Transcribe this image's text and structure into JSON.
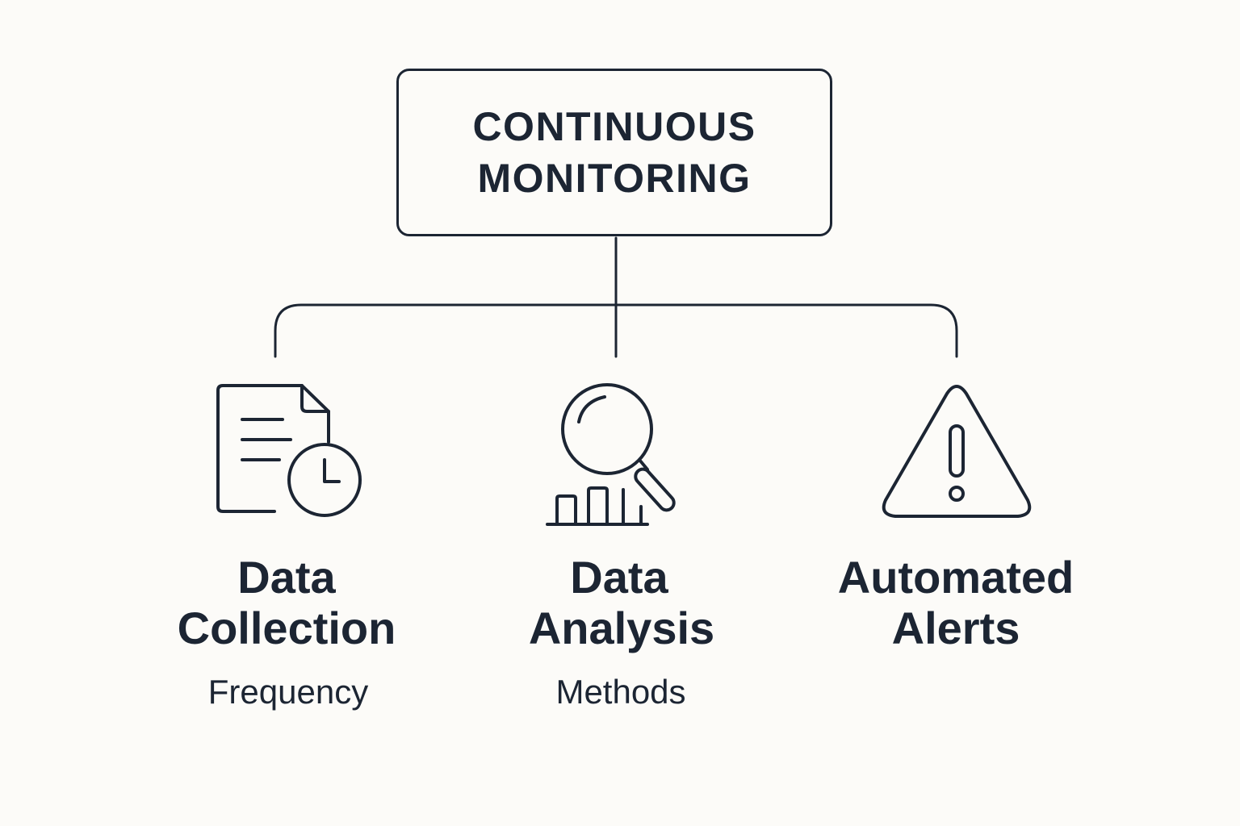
{
  "diagram": {
    "root": {
      "title_line1": "CONTINUOUS",
      "title_line2": "MONITORING"
    },
    "children": [
      {
        "title_line1": "Data",
        "title_line2": "Collection",
        "subtitle": "Frequency",
        "icon": "document-clock-icon"
      },
      {
        "title_line1": "Data",
        "title_line2": "Analysis",
        "subtitle": "Methods",
        "icon": "magnifier-bar-chart-icon"
      },
      {
        "title_line1": "Automated",
        "title_line2": "Alerts",
        "subtitle": "",
        "icon": "warning-triangle-icon"
      }
    ],
    "colors": {
      "stroke": "#1c2533",
      "background": "#fcfbf8"
    }
  }
}
